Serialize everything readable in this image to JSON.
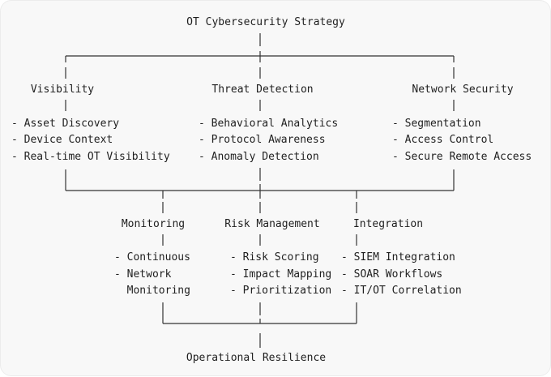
{
  "root": "OT Cybersecurity Strategy",
  "top_branches": [
    {
      "title": "Visibility",
      "items": [
        "- Asset Discovery",
        "- Device Context",
        "- Real-time OT Visibility"
      ]
    },
    {
      "title": "Threat Detection",
      "items": [
        "- Behavioral Analytics",
        "- Protocol Awareness",
        "- Anomaly Detection"
      ]
    },
    {
      "title": "Network Security",
      "items": [
        "- Segmentation",
        "- Access Control",
        "- Secure Remote Access"
      ]
    }
  ],
  "bottom_branches": [
    {
      "title": "Monitoring",
      "items": [
        "- Continuous",
        "- Network",
        "  Monitoring"
      ]
    },
    {
      "title": "Risk Management",
      "items": [
        "- Risk Scoring",
        "- Impact Mapping",
        "- Prioritization"
      ]
    },
    {
      "title": "Integration",
      "items": [
        "- SIEM Integration",
        "- SOAR Workflows",
        "- IT/OT Correlation"
      ]
    }
  ],
  "outcome": "Operational Resilience"
}
